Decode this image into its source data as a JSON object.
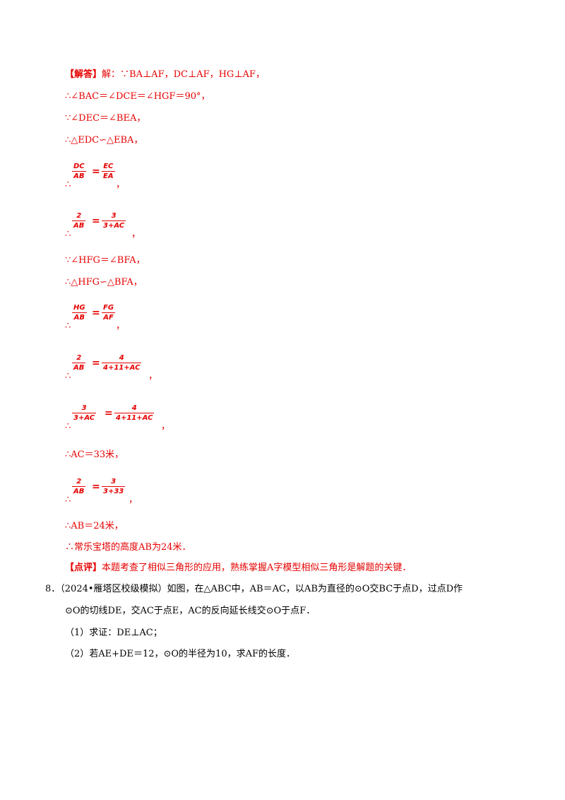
{
  "solution": {
    "tag": "【解答】",
    "line0_rest": "解：∵BA⊥AF，DC⊥AF，HG⊥AF，",
    "line1": "∴∠BAC＝∠DCE＝∠HGF＝90°，",
    "line2": "∵∠DEC＝∠BEA，",
    "line3": "∴△EDC∽△EBA，",
    "frac1": {
      "therefore": "∴",
      "a_num": "DC",
      "a_den": "AB",
      "eq": "=",
      "b_num": "EC",
      "b_den": "EA",
      "tail": "，"
    },
    "frac2": {
      "therefore": "∴",
      "a_num": "2",
      "a_den": "AB",
      "eq": "=",
      "b_num": "3",
      "b_den": "3+AC",
      "tail": "，"
    },
    "line4": "∵∠HFG＝∠BFA，",
    "line5": "∴△HFG∽△BFA，",
    "frac3": {
      "therefore": "∴",
      "a_num": "HG",
      "a_den": "AB",
      "eq": "=",
      "b_num": "FG",
      "b_den": "AF",
      "tail": "，"
    },
    "frac4": {
      "therefore": "∴",
      "a_num": "2",
      "a_den": "AB",
      "eq": "=",
      "b_num": "4",
      "b_den": "4+11+AC",
      "tail": "，"
    },
    "frac5": {
      "therefore": "∴",
      "a_num": "3",
      "a_den": "3+AC",
      "eq": "=",
      "b_num": "4",
      "b_den": "4+11+AC",
      "tail": "，"
    },
    "line6": "∴AC＝33米，",
    "frac6": {
      "therefore": "∴",
      "a_num": "2",
      "a_den": "AB",
      "eq": "=",
      "b_num": "3",
      "b_den": "3+33",
      "tail": "，"
    },
    "line7": "∴AB＝24米，",
    "line8": "∴常乐宝塔的高度AB为24米．",
    "comment_tag": "【点评】",
    "comment_text": "本题考查了相似三角形的应用，熟练掌握A字模型相似三角形是解题的关键．"
  },
  "problem": {
    "number": "8．",
    "line1": "（2024•雁塔区校级模拟）如图，在△ABC中，AB＝AC，以AB为直径的⊙O交BC于点D，过点D作",
    "line2": "⊙O的切线DE，交AC于点E，AC的反向延长线交⊙O于点F．",
    "part1": "（1）求证：DE⊥AC；",
    "part2": "（2）若AE+DE＝12，⊙O的半径为10，求AF的长度．"
  }
}
